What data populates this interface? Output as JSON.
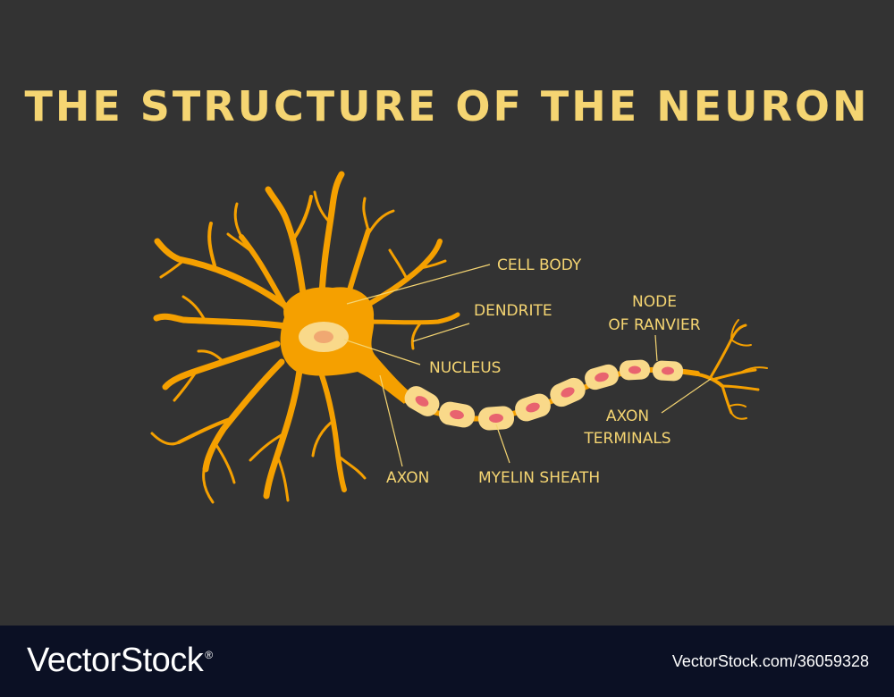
{
  "title": "THE STRUCTURE OF THE NEURON",
  "labels": {
    "cell_body": "CELL BODY",
    "dendrite": "DENDRITE",
    "node_of_ranvier_line1": "NODE",
    "node_of_ranvier_line2": "OF RANVIER",
    "nucleus": "NUCLEUS",
    "axon": "AXON",
    "myelin_sheath": "MYELIN SHEATH",
    "axon_terminals_line1": "AXON",
    "axon_terminals_line2": "TERMINALS"
  },
  "footer": {
    "brand": "VectorStock",
    "registered_mark": "®",
    "stock_id": "VectorStock.com/36059328"
  },
  "colors": {
    "background": "#333333",
    "title": "#f5d572",
    "neuron": "#f5a000",
    "myelin": "#f9d98a",
    "nucleus_core": "#e8636f",
    "footer": "#0b1024"
  }
}
